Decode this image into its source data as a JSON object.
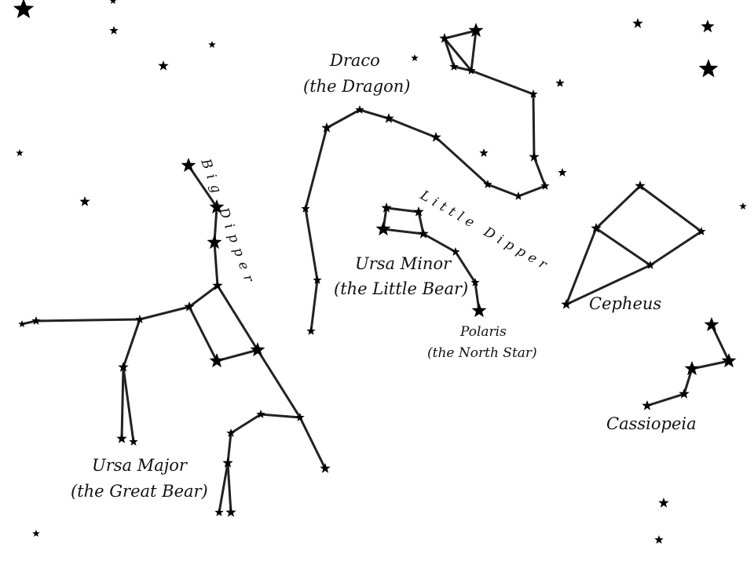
{
  "labels": {
    "draco": "Draco",
    "draco_sub": "(the Dragon)",
    "big_dipper": "Big Dipper",
    "little_dipper": "Little Dipper",
    "ursa_minor": "Ursa Minor",
    "ursa_minor_sub": "(the Little Bear)",
    "polaris": "Polaris",
    "polaris_sub": "(the North Star)",
    "ursa_major": "Ursa Major",
    "ursa_major_sub": "(the Great Bear)",
    "cepheus": "Cepheus",
    "cassiopeia": "Cassiopeia"
  },
  "colors": {
    "ink": "#000000",
    "background": "#ffffff"
  }
}
